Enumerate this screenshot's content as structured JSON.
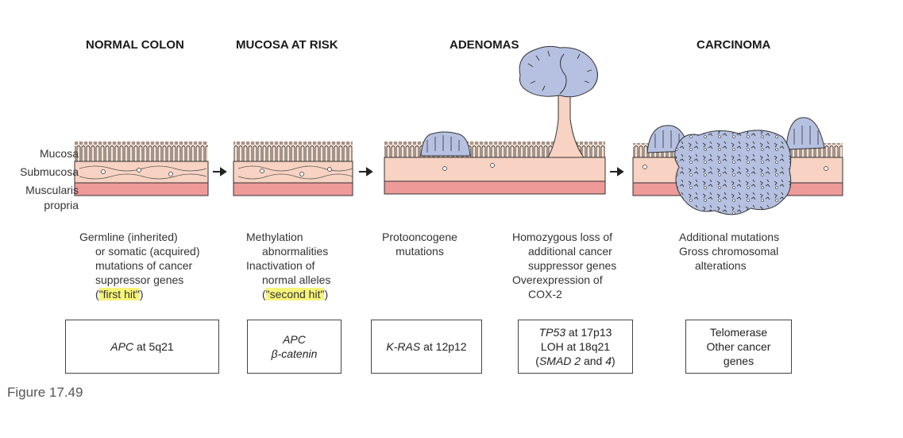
{
  "stages": [
    {
      "title": "NORMAL COLON"
    },
    {
      "title": "MUCOSA AT RISK"
    },
    {
      "title": "ADENOMAS"
    },
    {
      "title": "CARCINOMA"
    }
  ],
  "layer_labels": {
    "mucosa": "Mucosa",
    "submucosa": "Submucosa",
    "muscularis_1": "Muscularis",
    "muscularis_2": "propria"
  },
  "descriptions": {
    "normal": {
      "l1": "Germline (inherited)",
      "l2": "or somatic (acquired)",
      "l3": "mutations of cancer",
      "l4": "suppressor genes",
      "l5_open": "(",
      "l5_hl": "\"first hit\"",
      "l5_close": ")"
    },
    "risk": {
      "l1": "Methylation",
      "l2": "abnormalities",
      "l3": "Inactivation of",
      "l4": "normal alleles",
      "l5_open": "(",
      "l5_hl": "\"second hit\"",
      "l5_close": ")"
    },
    "adenoma": {
      "l1": "Protooncogene",
      "l2": "mutations"
    },
    "adenoma2": {
      "l1": "Homozygous loss of",
      "l2": "additional cancer",
      "l3": "suppressor genes",
      "l4": "Overexpression of",
      "l5": "COX-2"
    },
    "carcinoma": {
      "l1": "Additional mutations",
      "l2": "Gross chromosomal",
      "l3": "alterations"
    }
  },
  "genes": {
    "box1": {
      "gene": "APC",
      "rest": " at 5q21"
    },
    "box2": {
      "gene1": "APC",
      "gene2": "β-catenin"
    },
    "box3": {
      "gene": "K-RAS",
      "rest": " at 12p12"
    },
    "box4": {
      "gene": "TP53",
      "rest": " at 17p13",
      "l2": "LOH at 18q21",
      "l3_open": "(",
      "l3_g1": "SMAD 2",
      "l3_and": " and ",
      "l3_g2": "4",
      "l3_close": ")"
    },
    "box5": {
      "l1": "Telomerase",
      "l2": "Other cancer",
      "l3": "genes"
    }
  },
  "caption": "Figure 17.49",
  "colors": {
    "mucosa_fill": "#fbe3d6",
    "submucosa_fill": "#f8d2c2",
    "muscularis_fill": "#ee9a98",
    "tumor_fill": "#b6c1e2",
    "outline": "#333333",
    "highlight": "#f7f47a"
  }
}
